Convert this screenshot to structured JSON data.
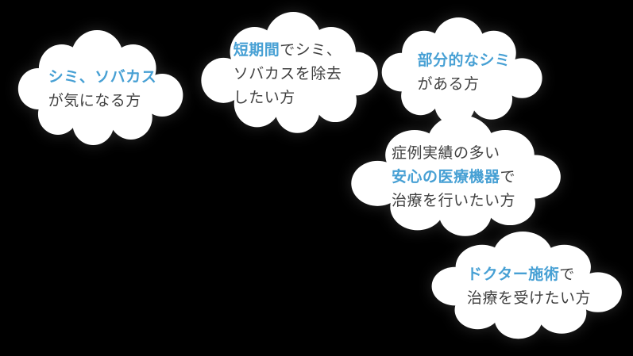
{
  "colors": {
    "background": "#000000",
    "cloud_fill": "#ffffff",
    "accent_text": "#47a0d4",
    "body_text": "#404040"
  },
  "clouds": [
    {
      "lines": [
        [
          "シミ、ソバカス"
        ],
        [
          "が気になる方"
        ]
      ]
    },
    {
      "lines": [
        [
          "短期間",
          "でシミ、"
        ],
        [
          "ソバカスを除去"
        ],
        [
          "したい方"
        ]
      ]
    },
    {
      "lines": [
        [
          "部分的なシミ"
        ],
        [
          "がある方"
        ]
      ]
    },
    {
      "lines": [
        [
          "症例実績の多い"
        ],
        [
          "安心の医療機器",
          "で"
        ],
        [
          "治療を行いたい方"
        ]
      ]
    },
    {
      "lines": [
        [
          "ドクター施術",
          "で"
        ],
        [
          "治療を受けたい方"
        ]
      ]
    }
  ]
}
